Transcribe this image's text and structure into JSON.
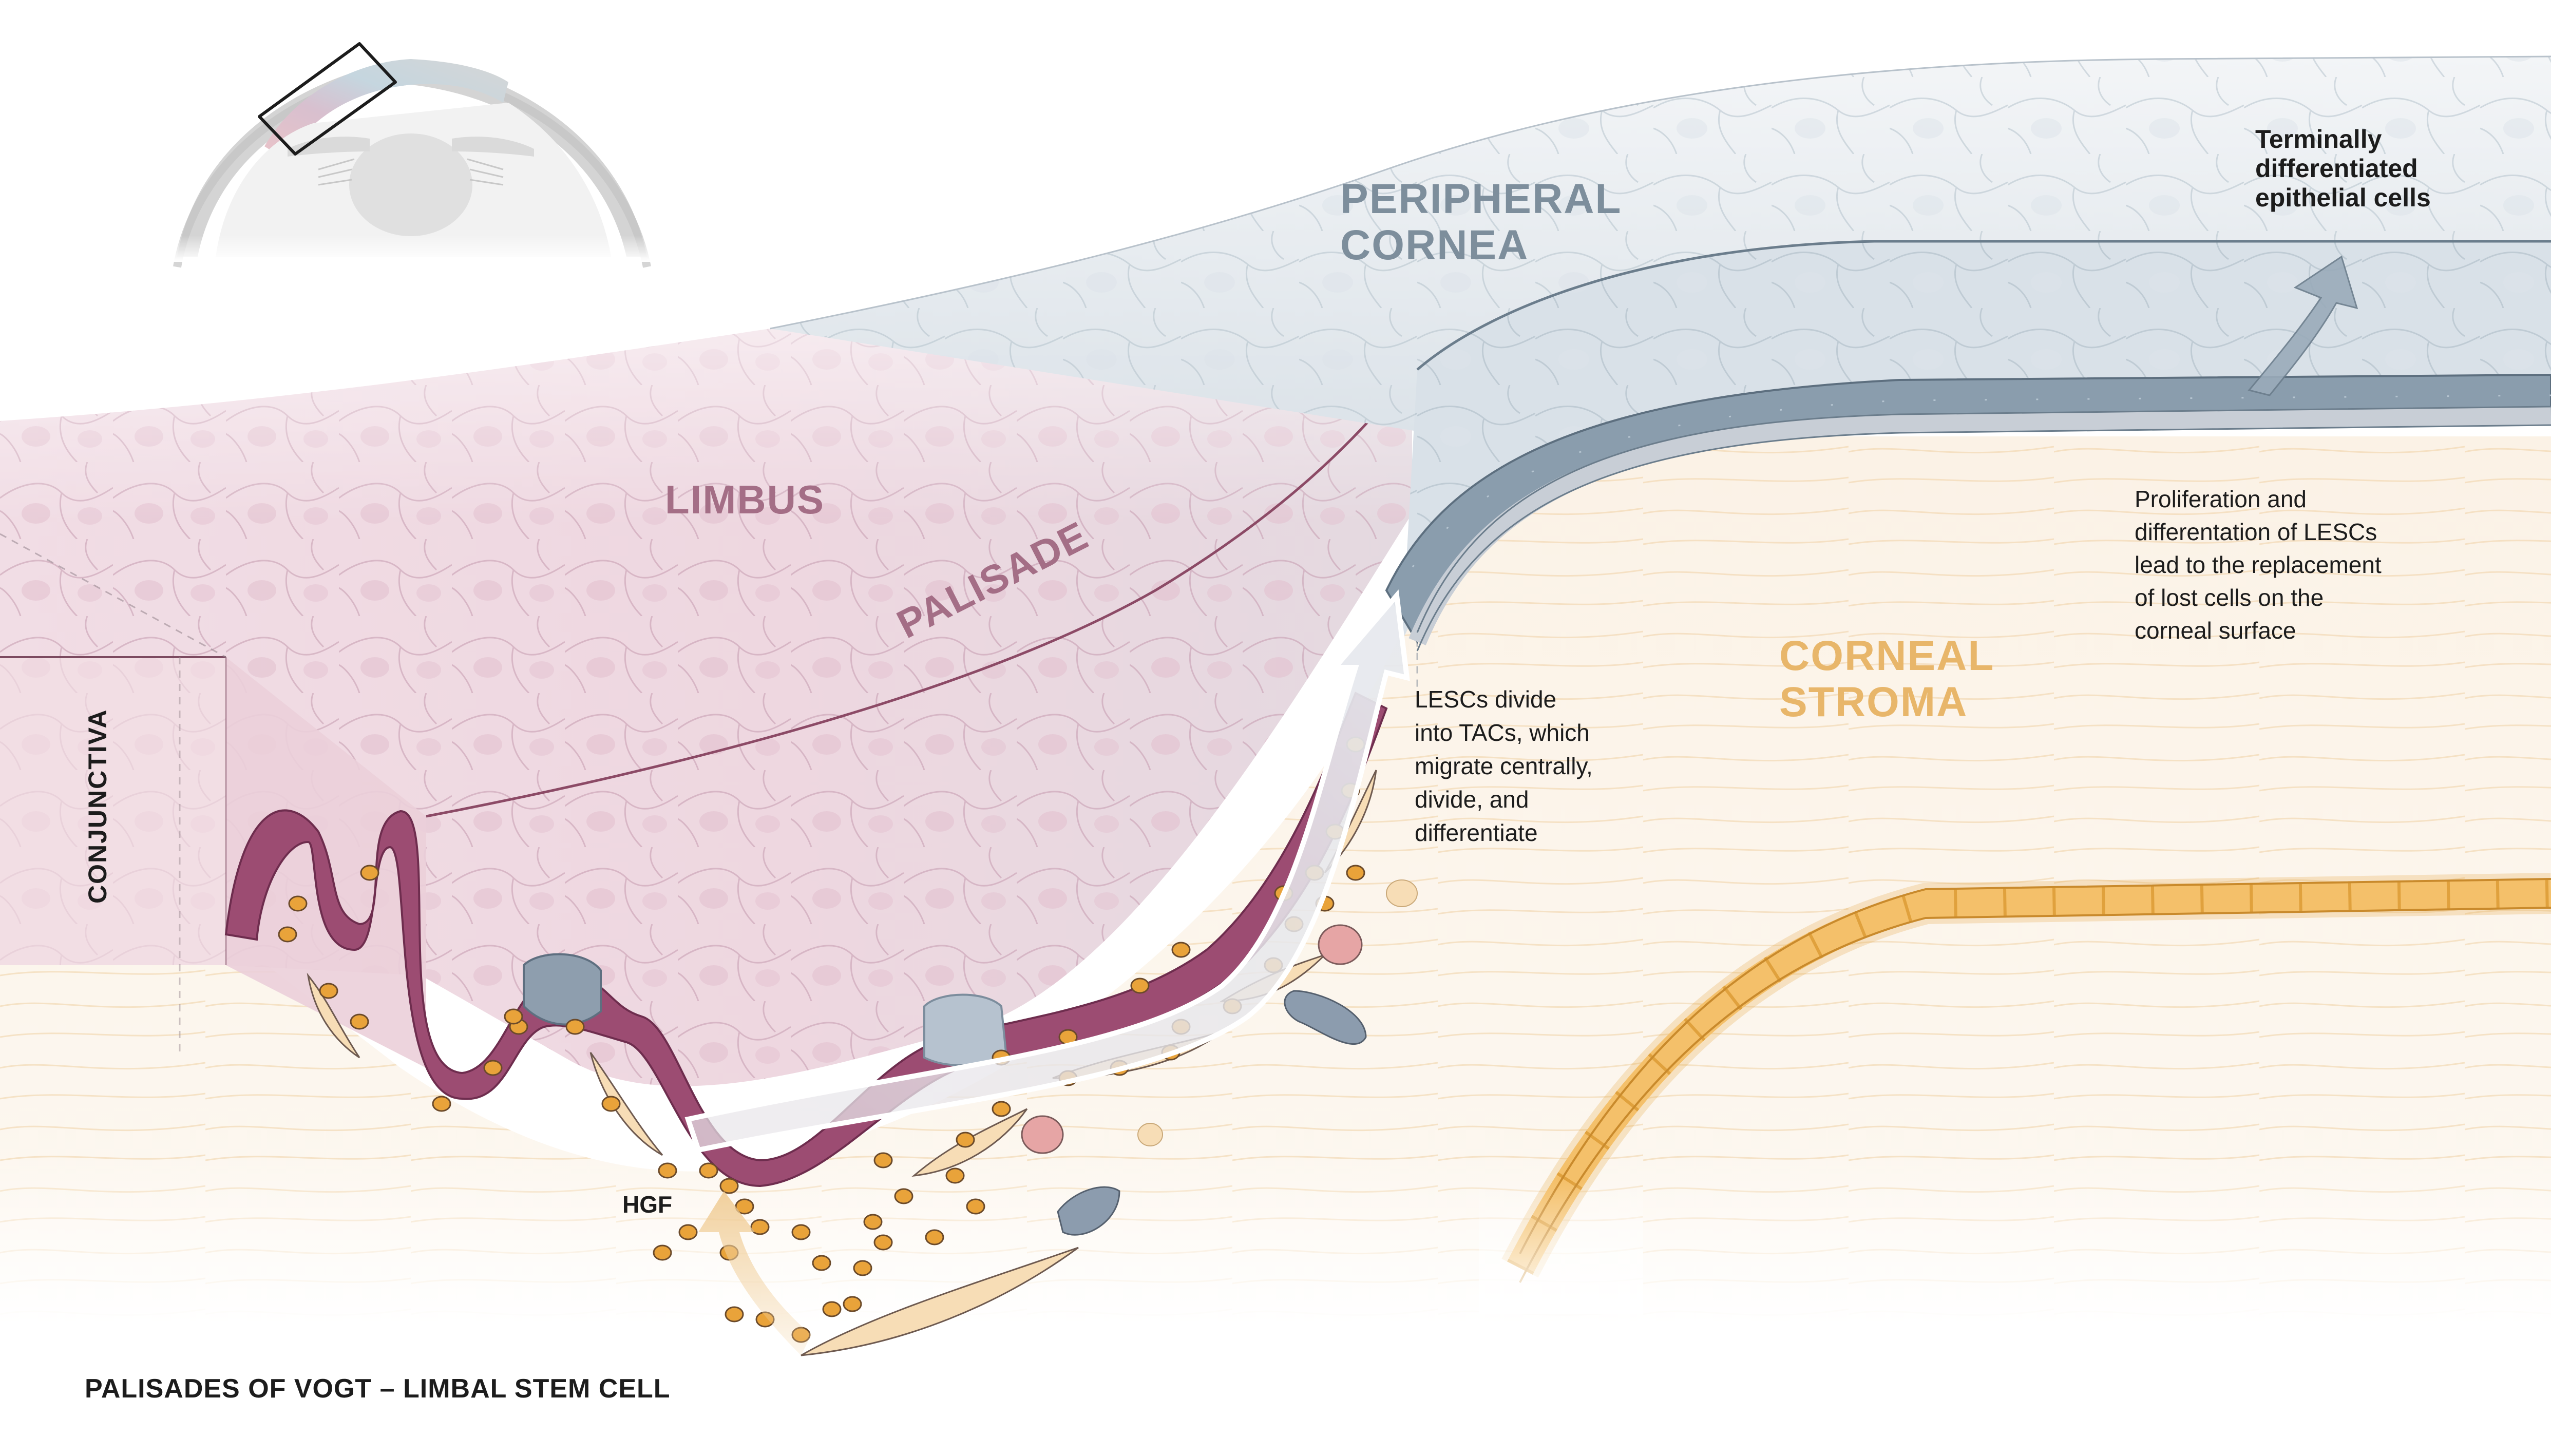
{
  "title": "PALISADES OF VOGT – LIMBAL STEM CELL",
  "colors": {
    "limbus_label": "#A46E86",
    "cornea_label": "#7D8E9C",
    "stroma_label": "#E8B66A",
    "text_dark": "#1C1C1C",
    "limbus_tissue": "#EBD3DD",
    "limbal_basal": "#9C4C72",
    "cornea_tissue": "#E6EBEF",
    "cornea_basal": "#8A9DAD",
    "stroma": "#FBF2E6",
    "endothelium": "#F2B247",
    "hgf_particle": "#E9A33A"
  },
  "labels": {
    "limbus": "LIMBUS",
    "palisade": "PALISADE",
    "peripheral_cornea": [
      "PERIPHERAL",
      "CORNEA"
    ],
    "corneal_stroma": [
      "CORNEAL",
      "STROMA"
    ],
    "conjunctiva": "CONJUNCTIVA",
    "hgf": "HGF"
  },
  "annotations": {
    "terminal_cells": [
      "Terminally",
      "differentiated",
      "epithelial cells"
    ],
    "lescs_divide": [
      "LESCs divide",
      "into TACs, which",
      "migrate centrally,",
      "divide, and",
      "differentiate"
    ],
    "proliferation": [
      "Proliferation and",
      "differentation of LESCs",
      "lead to the replacement",
      "of lost cells on the",
      "corneal surface"
    ]
  },
  "inset": {
    "description": "eye cross-section inset with highlighted limbus region"
  }
}
